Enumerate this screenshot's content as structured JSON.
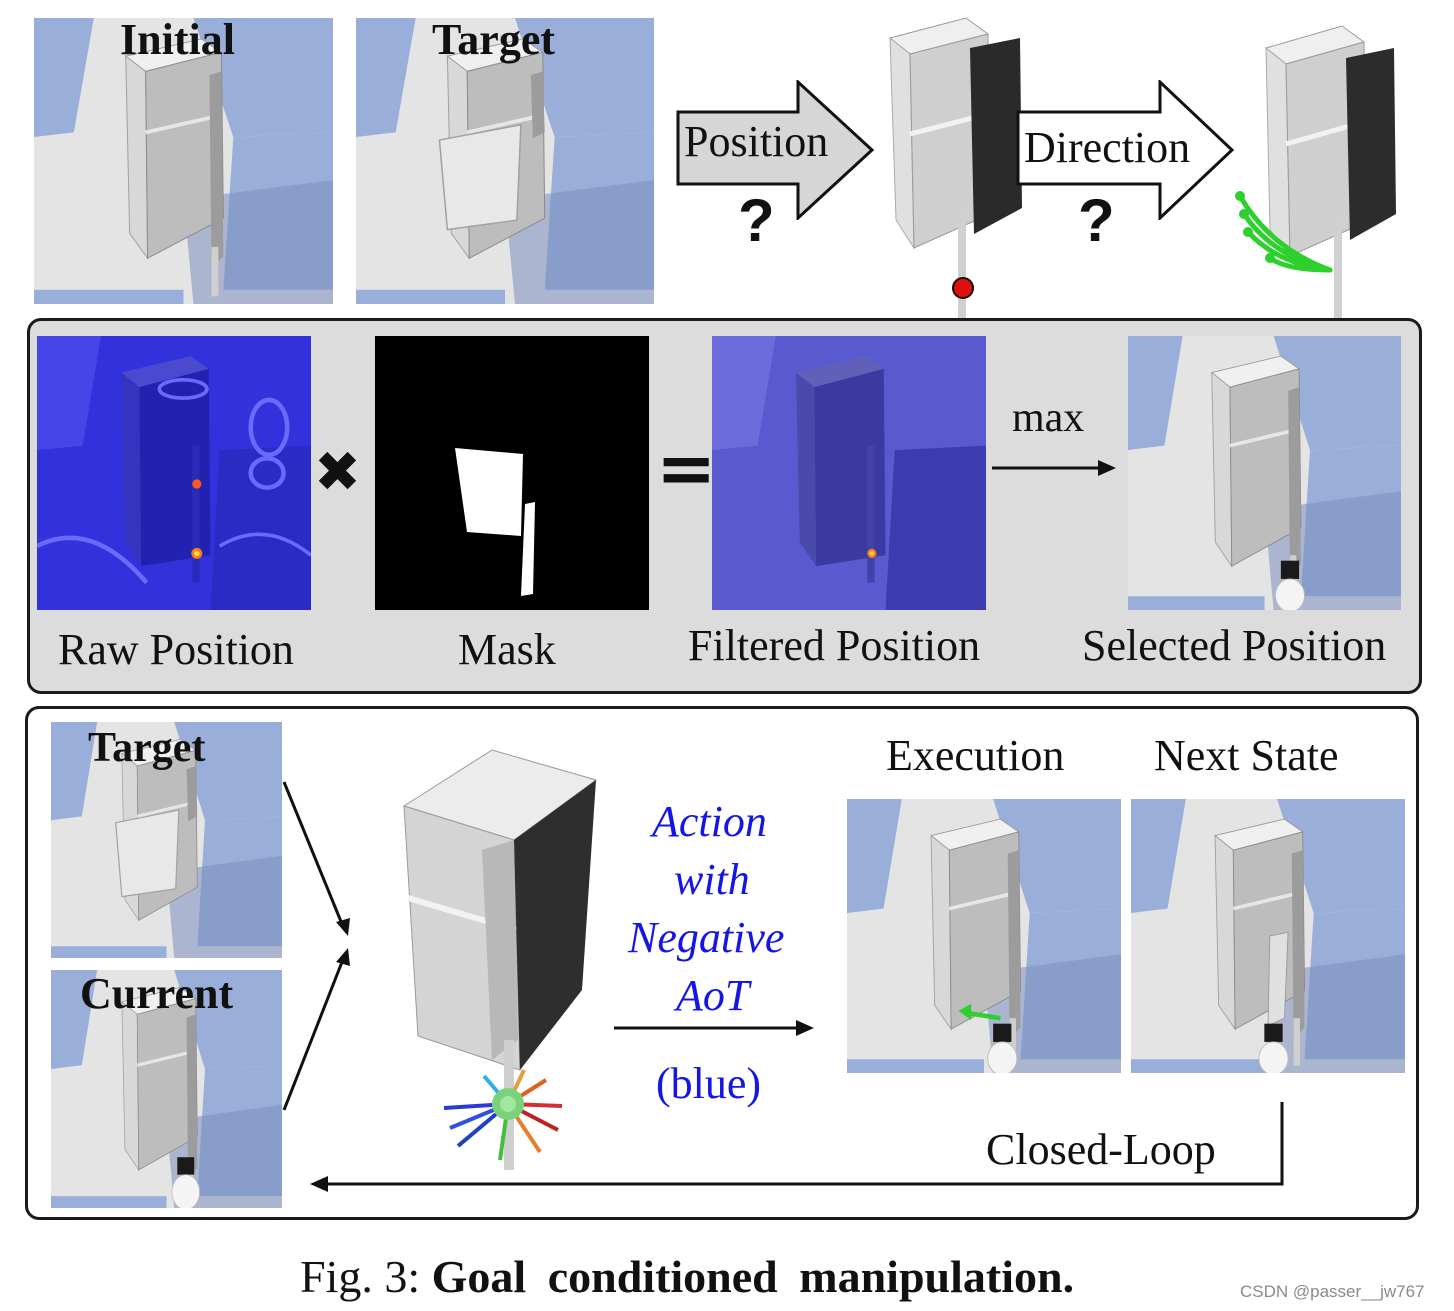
{
  "top": {
    "initial_label": "Initial",
    "target_label": "Target",
    "position_label": "Position",
    "direction_label": "Direction",
    "question_mark": "?"
  },
  "middle": {
    "raw_label": "Raw Position",
    "mask_label": "Mask",
    "filtered_label": "Filtered Position",
    "selected_label": "Selected Position",
    "max_label": "max",
    "times_symbol": "✖",
    "equals_symbol": "="
  },
  "bottom": {
    "target_label": "Target",
    "current_label": "Current",
    "action_line1": "Action",
    "action_line2": "with",
    "action_line3": "Negative",
    "action_line4": "AoT",
    "action_line5": "(blue)",
    "execution_label": "Execution",
    "next_state_label": "Next State",
    "closed_loop_label": "Closed-Loop"
  },
  "caption": {
    "prefix": "Fig. 3: ",
    "title": "Goal conditioned manipulation."
  },
  "watermark": "CSDN @passer__jw767",
  "colors": {
    "checker_blue": "#99afd9",
    "checker_light": "#e4e4e4",
    "panel_gray": "#dcdcdc",
    "heat_blue": "#2828e0",
    "action_text": "#1515e6"
  }
}
